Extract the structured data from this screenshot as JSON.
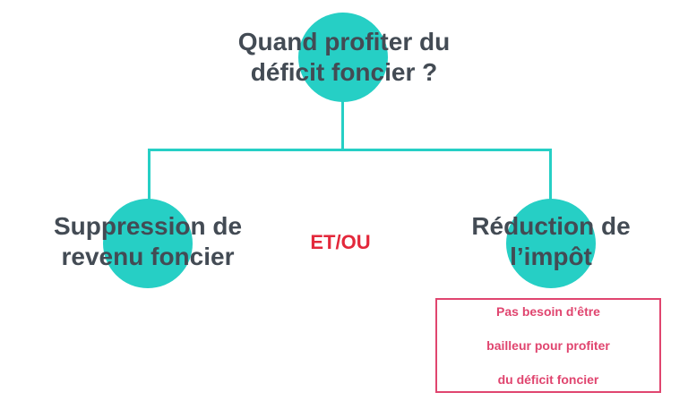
{
  "colors": {
    "accent": "#26cfc5",
    "text": "#434b54",
    "highlight": "#e3283b",
    "note": "#e0456f"
  },
  "top_node": {
    "line1": "Quand profiter du",
    "line2": "déficit foncier ?"
  },
  "left_node": {
    "line1": "Suppression de",
    "line2": "revenu foncier"
  },
  "right_node": {
    "line1": "Réduction de",
    "line2": "l’impôt"
  },
  "connector_label": "ET/OU",
  "note": {
    "line1": "Pas besoin d’être",
    "line2": "bailleur pour profiter",
    "line3": "du déficit foncier"
  }
}
